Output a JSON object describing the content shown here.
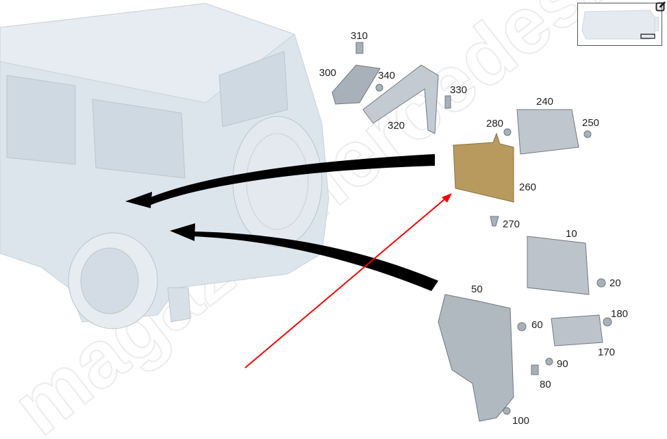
{
  "watermark": "magazinmercedes.ru",
  "colors": {
    "car": "#d9e2ea",
    "part": "#9aa3ad",
    "shield": "#b89a5e",
    "arrow": "#000000",
    "pointer": "#ff0000"
  },
  "parts": [
    {
      "id": "310"
    },
    {
      "id": "300"
    },
    {
      "id": "340"
    },
    {
      "id": "330"
    },
    {
      "id": "320"
    },
    {
      "id": "240"
    },
    {
      "id": "280"
    },
    {
      "id": "250"
    },
    {
      "id": "260"
    },
    {
      "id": "270"
    },
    {
      "id": "10"
    },
    {
      "id": "20"
    },
    {
      "id": "50"
    },
    {
      "id": "60"
    },
    {
      "id": "180"
    },
    {
      "id": "170"
    },
    {
      "id": "90"
    },
    {
      "id": "80"
    },
    {
      "id": "100"
    }
  ],
  "minimap": {
    "icon": "edit-icon"
  }
}
